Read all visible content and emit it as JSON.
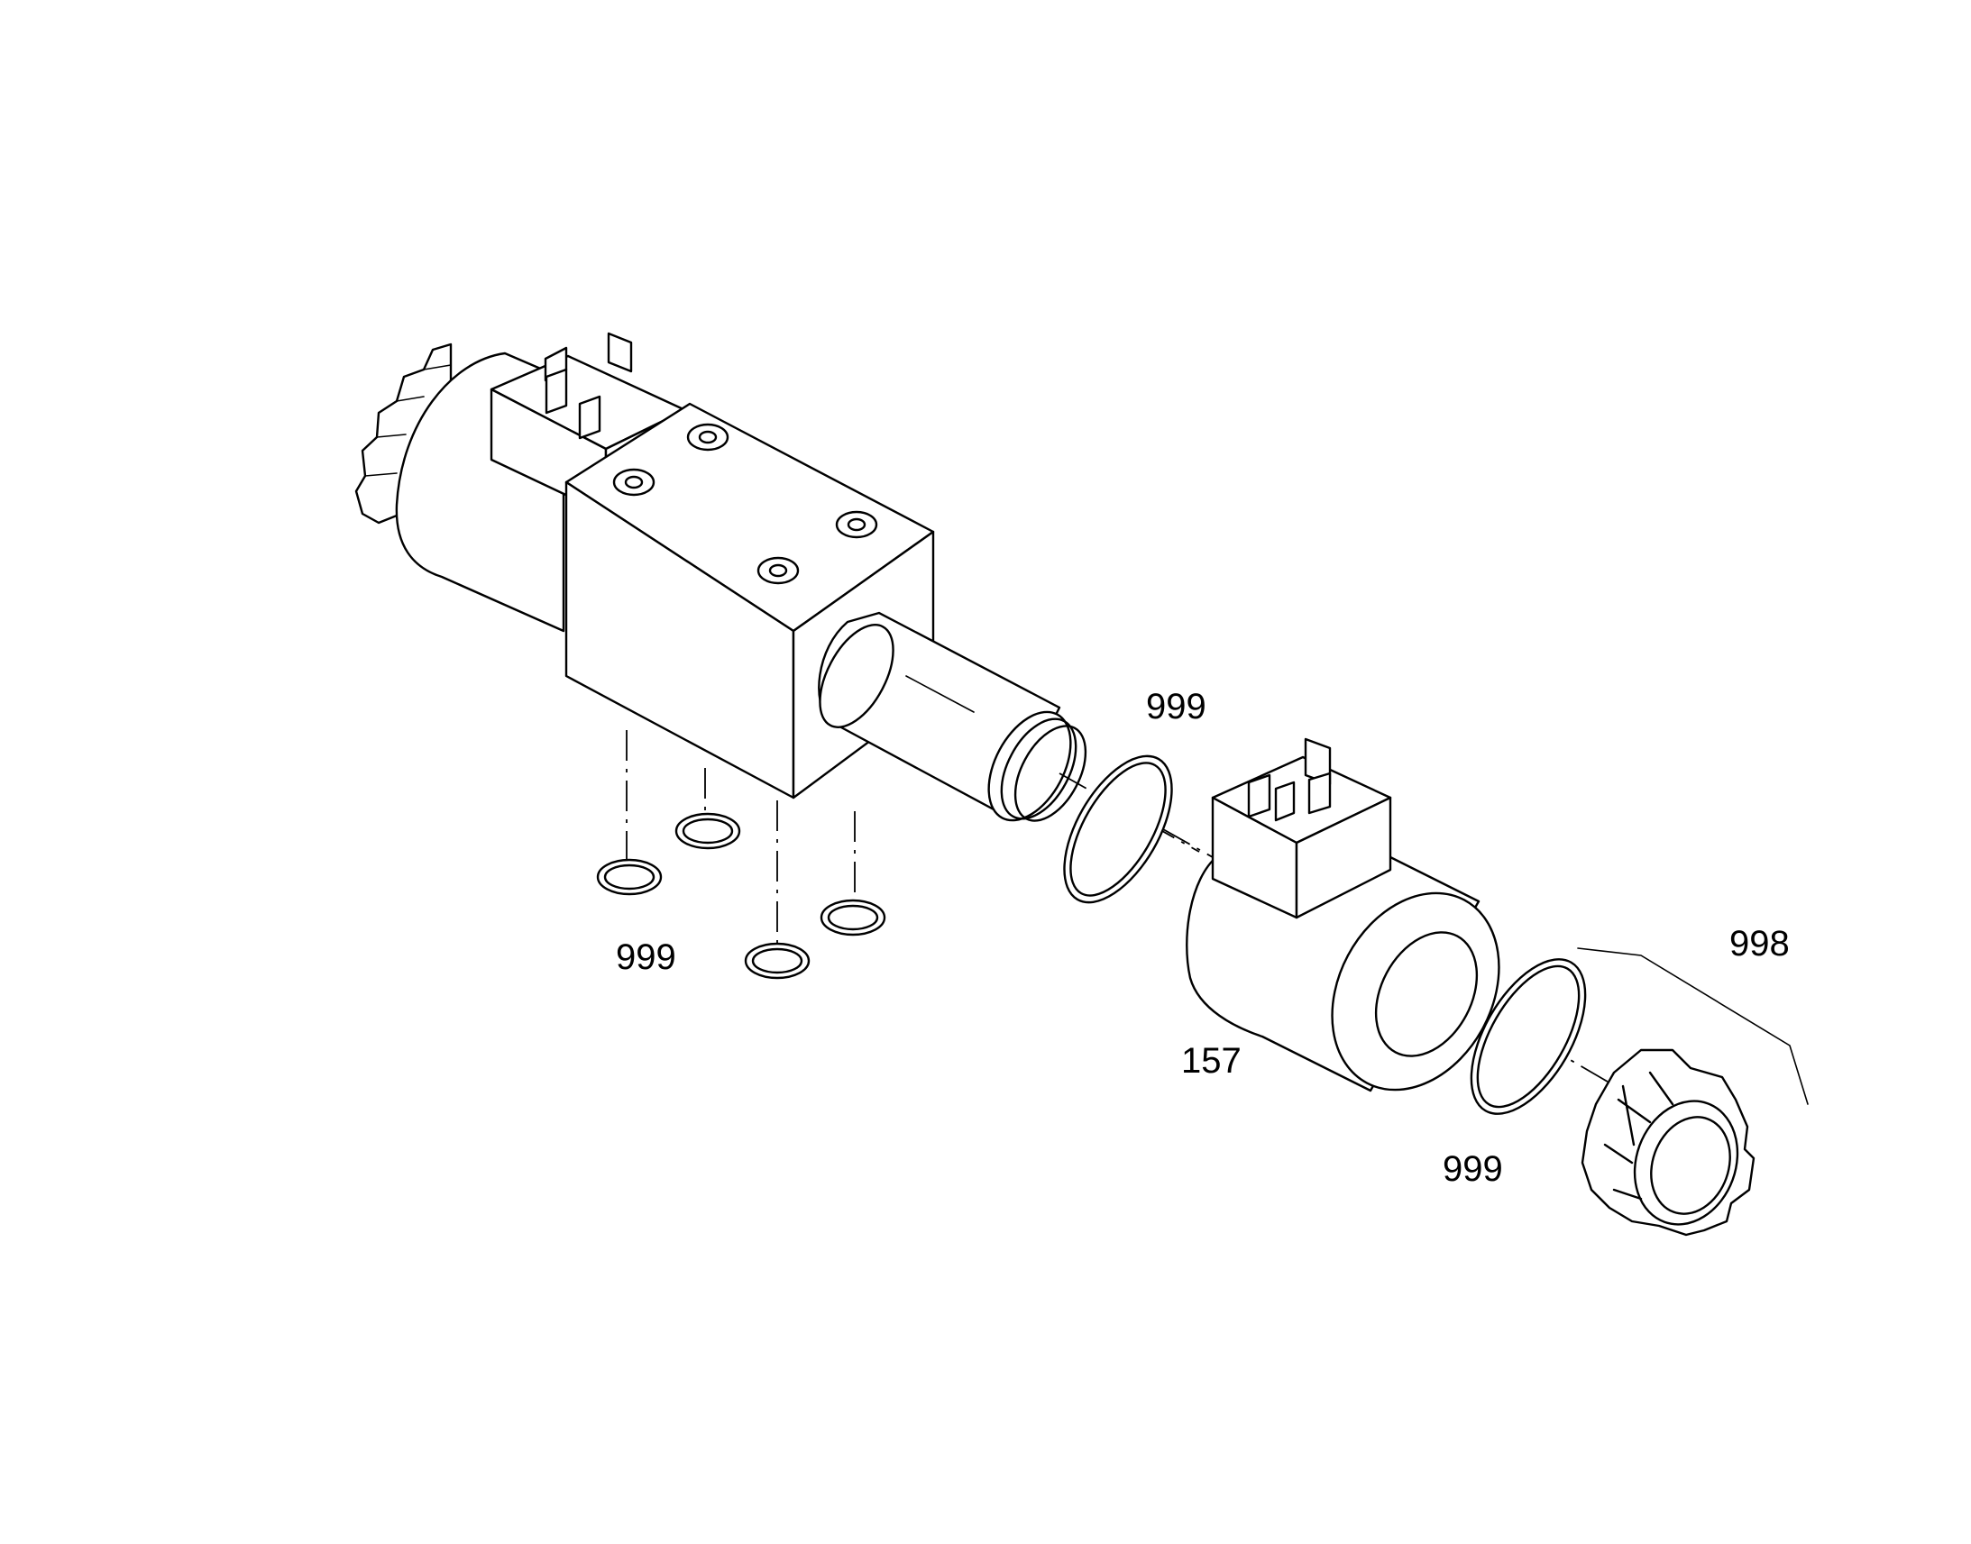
{
  "labels": {
    "o_ring_tube": "999",
    "o_rings_base": "999",
    "coil": "157",
    "o_ring_nut": "999",
    "nut_kit": "998"
  }
}
